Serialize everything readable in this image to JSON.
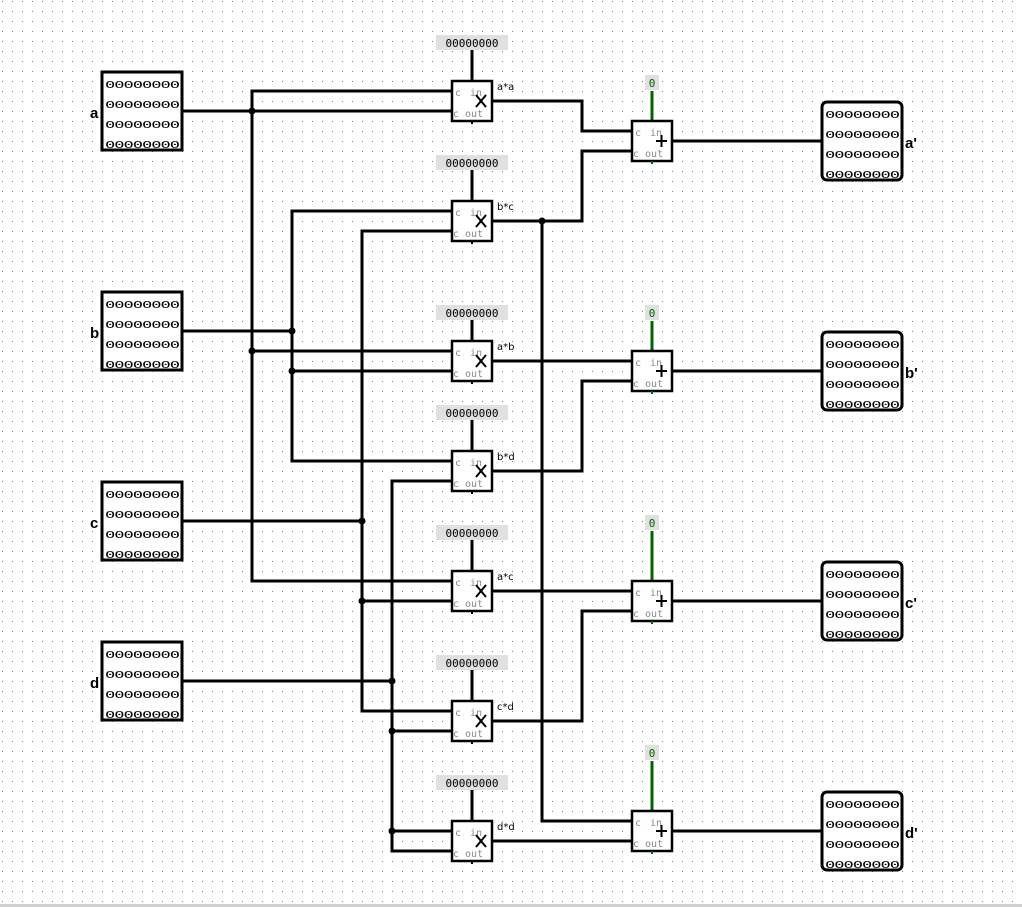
{
  "app": "Logisim circuit canvas",
  "colors": {
    "wire": "#000000",
    "constant_wire": "#006400",
    "grid_dot": "#808080",
    "constant_bg": "#e0e0e0"
  },
  "inputs": [
    {
      "id": "a",
      "label": "a",
      "rows": [
        "00000000",
        "00000000",
        "00000000",
        "00000000"
      ]
    },
    {
      "id": "b",
      "label": "b",
      "rows": [
        "00000000",
        "00000000",
        "00000000",
        "00000000"
      ]
    },
    {
      "id": "c",
      "label": "c",
      "rows": [
        "00000000",
        "00000000",
        "00000000",
        "00000000"
      ]
    },
    {
      "id": "d",
      "label": "d",
      "rows": [
        "00000000",
        "00000000",
        "00000000",
        "00000000"
      ]
    }
  ],
  "multipliers": [
    {
      "id": "aa",
      "label": "a*a",
      "carry_in_const": "00000000",
      "symbol": "×",
      "port_in": "c in",
      "port_out": "c out"
    },
    {
      "id": "bc",
      "label": "b*c",
      "carry_in_const": "00000000",
      "symbol": "×",
      "port_in": "c in",
      "port_out": "c out"
    },
    {
      "id": "ab",
      "label": "a*b",
      "carry_in_const": "00000000",
      "symbol": "×",
      "port_in": "c in",
      "port_out": "c out"
    },
    {
      "id": "bd",
      "label": "b*d",
      "carry_in_const": "00000000",
      "symbol": "×",
      "port_in": "c in",
      "port_out": "c out"
    },
    {
      "id": "ac",
      "label": "a*c",
      "carry_in_const": "00000000",
      "symbol": "×",
      "port_in": "c in",
      "port_out": "c out"
    },
    {
      "id": "cd",
      "label": "c*d",
      "carry_in_const": "00000000",
      "symbol": "×",
      "port_in": "c in",
      "port_out": "c out"
    },
    {
      "id": "dd",
      "label": "d*d",
      "carry_in_const": "00000000",
      "symbol": "×",
      "port_in": "c in",
      "port_out": "c out"
    }
  ],
  "adders": [
    {
      "id": "add_a",
      "carry_in_const": "0",
      "symbol": "+",
      "port_in": "c in",
      "port_out": "c out"
    },
    {
      "id": "add_b",
      "carry_in_const": "0",
      "symbol": "+",
      "port_in": "c in",
      "port_out": "c out"
    },
    {
      "id": "add_c",
      "carry_in_const": "0",
      "symbol": "+",
      "port_in": "c in",
      "port_out": "c out"
    },
    {
      "id": "add_d",
      "carry_in_const": "0",
      "symbol": "+",
      "port_in": "c in",
      "port_out": "c out"
    }
  ],
  "outputs": [
    {
      "id": "a_out",
      "label": "a'",
      "rows": [
        "00000000",
        "00000000",
        "00000000",
        "00000000"
      ]
    },
    {
      "id": "b_out",
      "label": "b'",
      "rows": [
        "00000000",
        "00000000",
        "00000000",
        "00000000"
      ]
    },
    {
      "id": "c_out",
      "label": "c'",
      "rows": [
        "00000000",
        "00000000",
        "00000000",
        "00000000"
      ]
    },
    {
      "id": "d_out",
      "label": "d'",
      "rows": [
        "00000000",
        "00000000",
        "00000000",
        "00000000"
      ]
    }
  ]
}
